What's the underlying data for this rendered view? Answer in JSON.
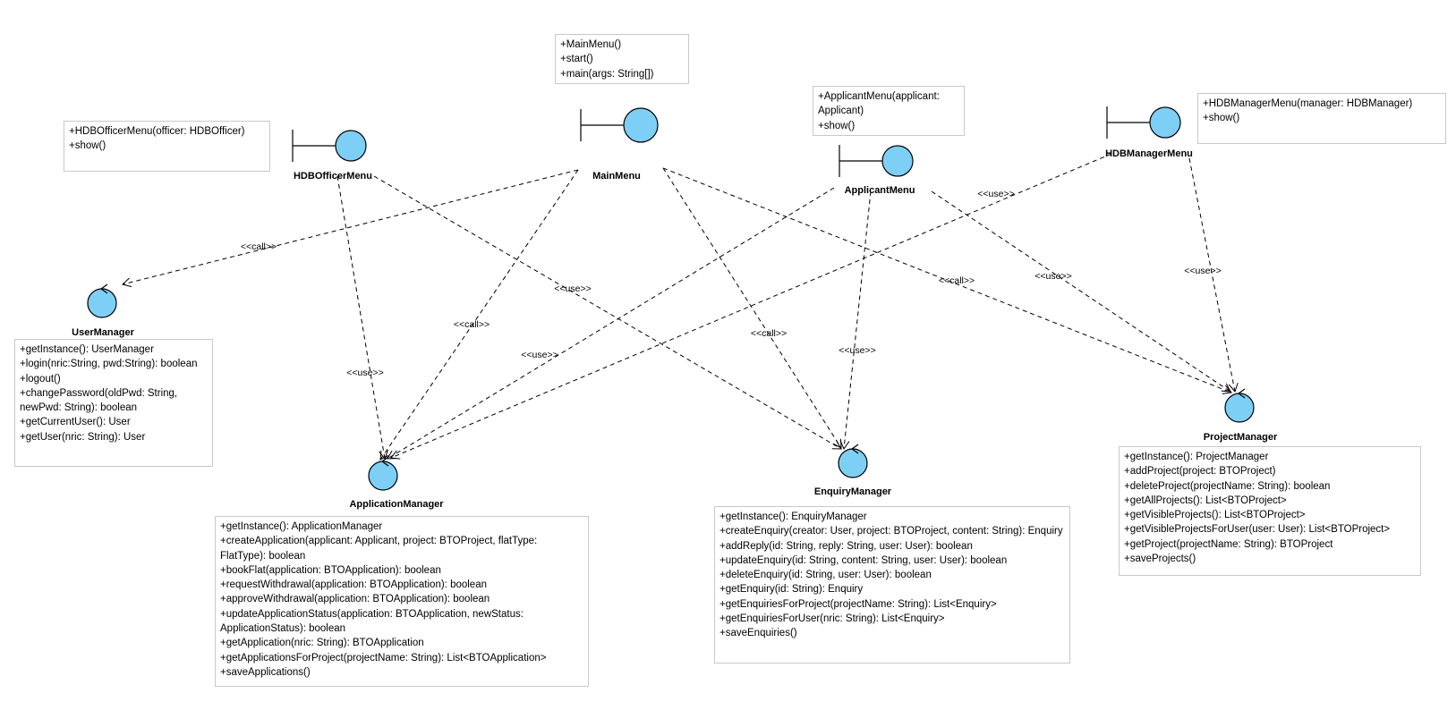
{
  "colors": {
    "circle_fill": "#7ecff5",
    "stroke": "#000000",
    "note_border": "#c8c8c8"
  },
  "boundaries": [
    {
      "name": "HDBOfficerMenu",
      "ops": [
        "+HDBOfficerMenu(officer: HDBOfficer)",
        "+show()"
      ]
    },
    {
      "name": "MainMenu",
      "ops": [
        "+MainMenu()",
        "+start()",
        "+main(args: String[])"
      ]
    },
    {
      "name": "ApplicantMenu",
      "ops": [
        "+ApplicantMenu(applicant: Applicant)",
        "+show()"
      ]
    },
    {
      "name": "HDBManagerMenu",
      "ops": [
        "+HDBManagerMenu(manager: HDBManager)",
        "+show()"
      ]
    }
  ],
  "controls": [
    {
      "name": "UserManager",
      "ops": [
        "+getInstance(): UserManager",
        "+login(nric:String, pwd:String): boolean",
        "+logout()",
        "+changePassword(oldPwd: String, newPwd: String): boolean",
        "+getCurrentUser(): User",
        "+getUser(nric: String): User"
      ]
    },
    {
      "name": "ApplicationManager",
      "ops": [
        "+getInstance(): ApplicationManager",
        "+createApplication(applicant: Applicant, project: BTOProject, flatType: FlatType): boolean",
        "+bookFlat(application: BTOApplication): boolean",
        "+requestWithdrawal(application: BTOApplication): boolean",
        "+approveWithdrawal(application: BTOApplication): boolean",
        "+updateApplicationStatus(application: BTOApplication, newStatus: ApplicationStatus): boolean",
        "+getApplication(nric: String): BTOApplication",
        "+getApplicationsForProject(projectName: String): List<BTOApplication>",
        "+saveApplications()"
      ]
    },
    {
      "name": "EnquiryManager",
      "ops": [
        "+getInstance(): EnquiryManager",
        "+createEnquiry(creator: User, project: BTOProject, content: String): Enquiry",
        "+addReply(id: String, reply: String, user: User): boolean",
        "+updateEnquiry(id: String, content: String, user: User): boolean",
        "+deleteEnquiry(id: String, user: User): boolean",
        "+getEnquiry(id: String): Enquiry",
        "+getEnquiriesForProject(projectName: String): List<Enquiry>",
        "+getEnquiriesForUser(nric: String): List<Enquiry>",
        "+saveEnquiries()"
      ]
    },
    {
      "name": "ProjectManager",
      "ops": [
        "+getInstance(): ProjectManager",
        "+addProject(project: BTOProject)",
        "+deleteProject(projectName: String): boolean",
        "+getAllProjects(): List<BTOProject>",
        "+getVisibleProjects(): List<BTOProject>",
        "+getVisibleProjectsForUser(user: User): List<BTOProject>",
        "+getProject(projectName: String): BTOProject",
        "+saveProjects()"
      ]
    }
  ],
  "edges": [
    {
      "from": "MainMenu",
      "to": "UserManager",
      "label": "<<call>>"
    },
    {
      "from": "MainMenu",
      "to": "ApplicationManager",
      "label": "<<call>>"
    },
    {
      "from": "MainMenu",
      "to": "EnquiryManager",
      "label": "<<call>>"
    },
    {
      "from": "MainMenu",
      "to": "ProjectManager",
      "label": "<<call>>"
    },
    {
      "from": "HDBOfficerMenu",
      "to": "ApplicationManager",
      "label": "<<use>>"
    },
    {
      "from": "HDBOfficerMenu",
      "to": "EnquiryManager",
      "label": "<<use>>"
    },
    {
      "from": "ApplicantMenu",
      "to": "ApplicationManager",
      "label": "<<use>>"
    },
    {
      "from": "ApplicantMenu",
      "to": "EnquiryManager",
      "label": "<<use>>"
    },
    {
      "from": "ApplicantMenu",
      "to": "ProjectManager",
      "label": "<<use>>"
    },
    {
      "from": "HDBManagerMenu",
      "to": "ApplicationManager",
      "label": "<<use>>"
    },
    {
      "from": "HDBManagerMenu",
      "to": "ProjectManager",
      "label": "<<use>>"
    }
  ]
}
